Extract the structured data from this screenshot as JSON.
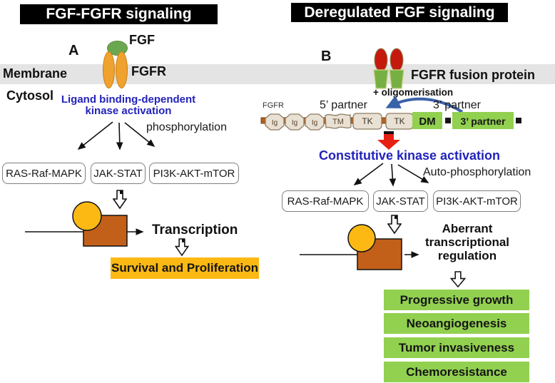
{
  "left": {
    "title": "FGF-FGFR signaling",
    "panel_label": "A",
    "fgf": "FGF",
    "fgfr": "FGFR",
    "membrane": "Membrane",
    "cytosol": "Cytosol",
    "activation_line1": "Ligand binding-dependent",
    "activation_line2": "kinase activation",
    "phosphorylation": "phosphorylation",
    "pathways": [
      "RAS-Raf-MAPK",
      "JAK-STAT",
      "PI3K-AKT-mTOR"
    ],
    "transcription": "Transcription",
    "outcome": "Survival and Proliferation"
  },
  "right": {
    "title": "Deregulated FGF signaling",
    "panel_label": "B",
    "fusion_protein": "FGFR fusion protein",
    "oligomerisation": "+ oligomerisation",
    "gene": {
      "name": "FGFR",
      "partner5": "5’ partner",
      "partner3": "3’ partner",
      "domains": [
        "Ig",
        "Ig",
        "Ig",
        "TM",
        "TK",
        "TK"
      ],
      "fusion_domain": "DM",
      "partner_domain": "3’ partner"
    },
    "activation": "Constitutive kinase activation",
    "phosphorylation": "Auto-phosphorylation",
    "pathways": [
      "RAS-Raf-MAPK",
      "JAK-STAT",
      "PI3K-AKT-mTOR"
    ],
    "aberrant_line1": "Aberrant",
    "aberrant_line2": "transcriptional",
    "aberrant_line3": "regulation",
    "outcomes": [
      "Progressive growth",
      "Neoangiogenesis",
      "Tumor invasiveness",
      "Chemoresistance"
    ]
  },
  "colors": {
    "title_bg": "#000000",
    "membrane_gray": "#e4e4e4",
    "accent_blue": "#2323bb",
    "fgf_green": "#6aa84f",
    "receptor_orange": "#f0a22e",
    "fusion_red": "#c41a0e",
    "fusion_green": "#76b043",
    "gene_bar_brown": "#b5601d",
    "domain_tan": "#e9e1d3",
    "pathway_green": "#92d050",
    "tf_yellow": "#fdb913",
    "tf_orange": "#c2601a",
    "arrow_red": "#e62114",
    "arc_blue": "#3a62a8"
  }
}
